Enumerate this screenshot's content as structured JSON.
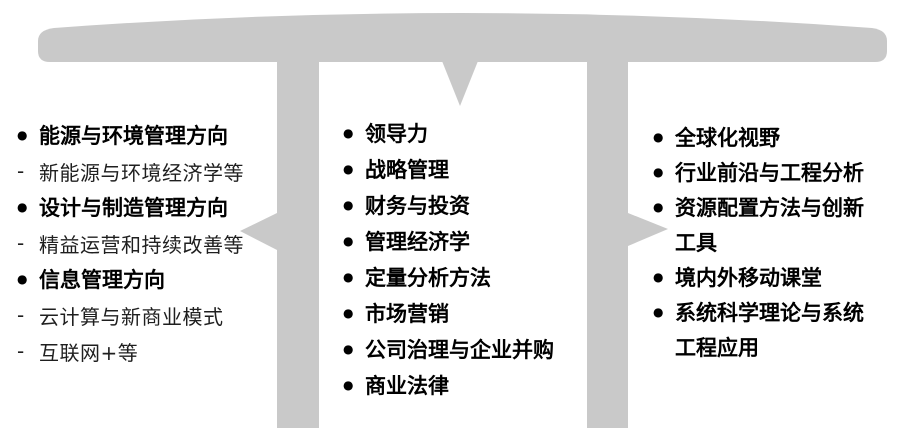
{
  "colors": {
    "gray": "#c9c9c9"
  },
  "columns": {
    "left": {
      "items": [
        {
          "prefix": "bullet",
          "bold": true,
          "text": "能源与环境管理方向"
        },
        {
          "prefix": "dash",
          "bold": false,
          "text": "新能源与环境经济学等"
        },
        {
          "prefix": "bullet",
          "bold": true,
          "text": "设计与制造管理方向"
        },
        {
          "prefix": "dash",
          "bold": false,
          "text": "精益运营和持续改善等"
        },
        {
          "prefix": "bullet",
          "bold": true,
          "text": "信息管理方向"
        },
        {
          "prefix": "dash",
          "bold": false,
          "text": "云计算与新商业模式"
        },
        {
          "prefix": "dash",
          "bold": false,
          "text": "互联网+等"
        }
      ]
    },
    "middle": {
      "items": [
        {
          "prefix": "bullet",
          "bold": true,
          "text": "领导力"
        },
        {
          "prefix": "bullet",
          "bold": true,
          "text": "战略管理"
        },
        {
          "prefix": "bullet",
          "bold": true,
          "text": "财务与投资"
        },
        {
          "prefix": "bullet",
          "bold": true,
          "text": "管理经济学"
        },
        {
          "prefix": "bullet",
          "bold": true,
          "text": "定量分析方法"
        },
        {
          "prefix": "bullet",
          "bold": true,
          "text": "市场营销"
        },
        {
          "prefix": "bullet",
          "bold": true,
          "text": "公司治理与企业并购"
        },
        {
          "prefix": "bullet",
          "bold": true,
          "text": "商业法律"
        }
      ]
    },
    "right": {
      "items": [
        {
          "prefix": "bullet",
          "bold": true,
          "text": "全球化视野"
        },
        {
          "prefix": "bullet",
          "bold": true,
          "text": "行业前沿与工程分析"
        },
        {
          "prefix": "bullet",
          "bold": true,
          "text": "资源配置方法与创新"
        },
        {
          "prefix": "none",
          "bold": true,
          "text": "工具"
        },
        {
          "prefix": "bullet",
          "bold": true,
          "text": "境内外移动课堂"
        },
        {
          "prefix": "bullet",
          "bold": true,
          "text": "系统科学理论与系统"
        },
        {
          "prefix": "none",
          "bold": true,
          "text": "工程应用"
        }
      ]
    }
  }
}
